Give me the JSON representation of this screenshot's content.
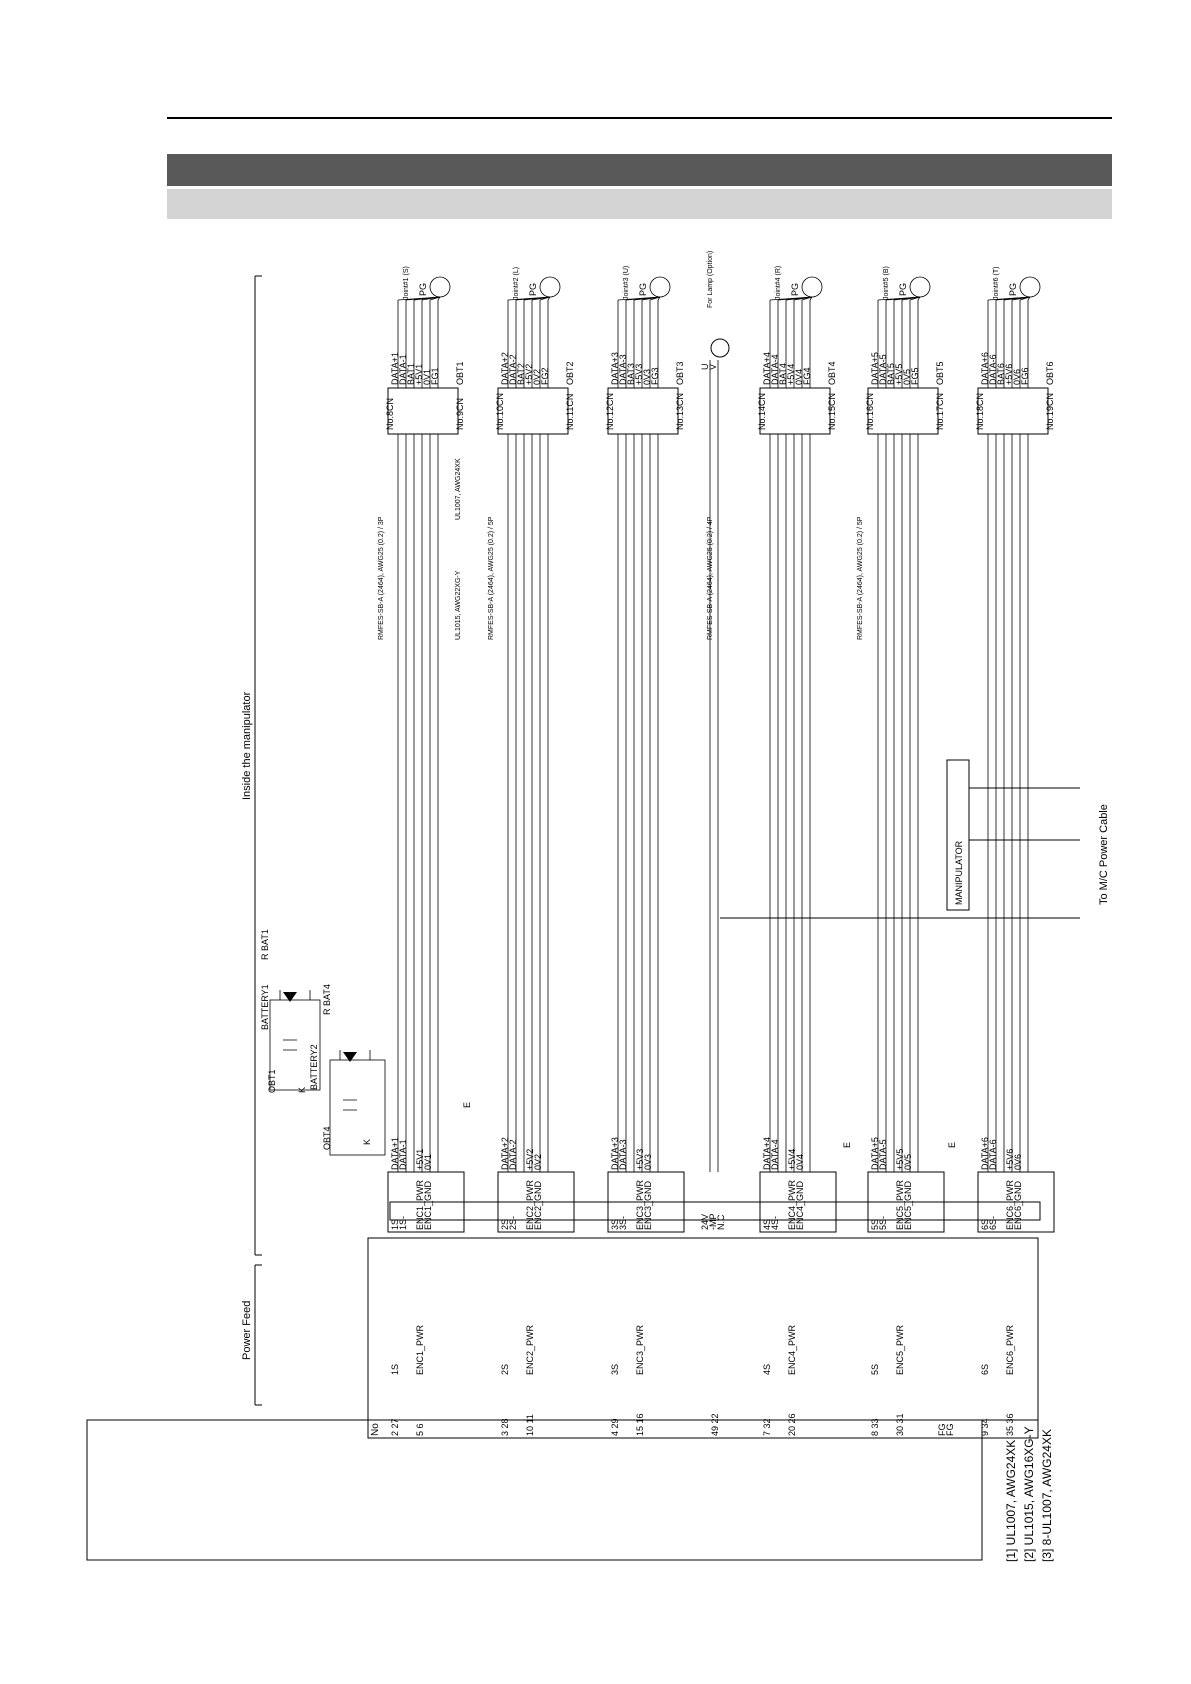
{
  "diagram": {
    "inside_label": "Inside the manipulator",
    "power_feed_label": "Power Feed",
    "mc_cable_label": "To M/C Power Cable",
    "manipulator_label": "MANIPULATOR",
    "pin_header": "No",
    "wire_spec_s": "RMFES-SB-A (2464), AWG25 (0.2) / 3P",
    "wire_spec_l": "RMFES-SB-A (2464), AWG25 (0.2) / 5P",
    "wire_spec_lamp": "RMFES-SB-A (2464), AWG25 (0.2) / 4P",
    "wire_spec_r": "RMFES-SB-A (2464), AWG25 (0.2) / 5P",
    "ul1015": "UL1015, AWG22XG-Y",
    "ul1007": "UL1007, AWG24XK",
    "ground_symbol": "E",
    "batteries": [
      {
        "name": "BATTERY1",
        "obt": "OBT1",
        "bat": "R BAT1",
        "k": "K"
      },
      {
        "name": "BATTERY2",
        "obt": "OBT4",
        "bat": "R BAT4",
        "k": "K"
      }
    ],
    "joints": [
      {
        "id": "s",
        "joint": "Joint#1 (S)",
        "cn_a": "No.8CN",
        "cn_b": "No.9CN",
        "enc": "PG",
        "data_p": "DATA+1",
        "data_m": "DATA-1",
        "bat": "BAT1",
        "obt": "OBT1",
        "v5": "+5V1",
        "v0": "0V1",
        "fg": "FG1",
        "pins": [
          "2 27",
          "5 6"
        ],
        "sig": [
          "1S",
          "1S-"
        ],
        "pwr": [
          "ENC1_PWR",
          "ENC1_GND"
        ]
      },
      {
        "id": "l",
        "joint": "Joint#2 (L)",
        "cn_a": "No.10CN",
        "cn_b": "No.11CN",
        "enc": "PG",
        "data_p": "DATA+2",
        "data_m": "DATA-2",
        "bat": "BAT2",
        "obt": "OBT2",
        "v5": "+5V2",
        "v0": "0V2",
        "fg": "FG2",
        "pins": [
          "3 28",
          "10 11"
        ],
        "sig": [
          "2S",
          "2S-"
        ],
        "pwr": [
          "ENC2_PWR",
          "ENC2_GND"
        ]
      },
      {
        "id": "u",
        "joint": "Joint#3 (U)",
        "cn_a": "No.12CN",
        "cn_b": "No.13CN",
        "enc": "PG",
        "data_p": "DATA+3",
        "data_m": "DATA-3",
        "bat": "BAT3",
        "obt": "OBT3",
        "v5": "+5V3",
        "v0": "0V3",
        "fg": "FG3",
        "pins": [
          "4 29",
          "15 16"
        ],
        "sig": [
          "3S",
          "3S-"
        ],
        "pwr": [
          "ENC3_PWR",
          "ENC3_GND"
        ]
      },
      {
        "id": "r",
        "joint": "Joint#4 (R)",
        "cn_a": "No.14CN",
        "cn_b": "No.15CN",
        "enc": "PG",
        "data_p": "DATA+4",
        "data_m": "DATA-4",
        "bat": "BAT4",
        "obt": "OBT4",
        "v5": "+5V4",
        "v0": "0V4",
        "fg": "FG4",
        "pins": [
          "7 32",
          "20 26"
        ],
        "sig": [
          "4S",
          "4S-"
        ],
        "pwr": [
          "ENC4_PWR",
          "ENC4_GND"
        ]
      },
      {
        "id": "b",
        "joint": "Joint#5 (B)",
        "cn_a": "No.16CN",
        "cn_b": "No.17CN",
        "enc": "PG",
        "data_p": "DATA+5",
        "data_m": "DATA-5",
        "bat": "BAT5",
        "obt": "OBT5",
        "v5": "+5V5",
        "v0": "0V5",
        "fg": "FG5",
        "pins": [
          "8 33",
          "30 31"
        ],
        "sig": [
          "5S",
          "5S-"
        ],
        "pwr": [
          "ENC5_PWR",
          "ENC5_GND"
        ]
      },
      {
        "id": "t",
        "joint": "Joint#6 (T)",
        "cn_a": "No.18CN",
        "cn_b": "No.19CN",
        "enc": "PG",
        "data_p": "DATA+6",
        "data_m": "DATA-6",
        "bat": "BAT6",
        "obt": "OBT6",
        "v5": "+5V6",
        "v0": "0V6",
        "fg": "FG6",
        "pins": [
          "9 34",
          "35 36"
        ],
        "sig": [
          "6S",
          "6S-"
        ],
        "pwr": [
          "ENC6_PWR",
          "ENC6_GND"
        ]
      }
    ],
    "lamp": {
      "label": "For Lamp (Option)",
      "u": "U",
      "v": "V",
      "pins": "49 22",
      "sig": [
        "24V",
        "-MP"
      ],
      "nc": "N.C"
    },
    "fg_row": {
      "pin": "FG",
      "sig": "FG"
    },
    "legend": [
      "[1] UL1007, AWG24XK",
      "[2] UL1015, AWG16XG-Y",
      "[3] 8-UL1007, AWG24XK"
    ]
  }
}
